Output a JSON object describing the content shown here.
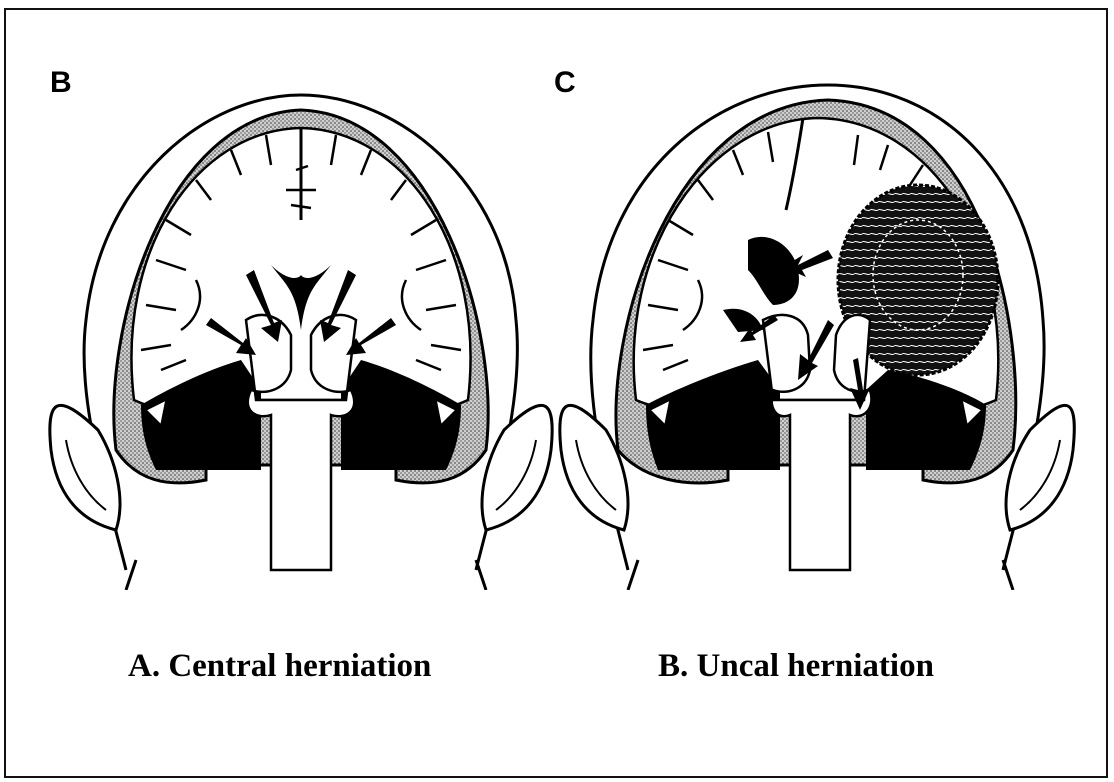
{
  "figure": {
    "panel_a": {
      "corner_letter": "B",
      "caption": "A. Central herniation"
    },
    "panel_b": {
      "corner_letter": "C",
      "caption": "B. Uncal herniation"
    }
  },
  "colors": {
    "line": "#000000",
    "background": "#ffffff",
    "skull_shade": "#9a9a9a"
  }
}
